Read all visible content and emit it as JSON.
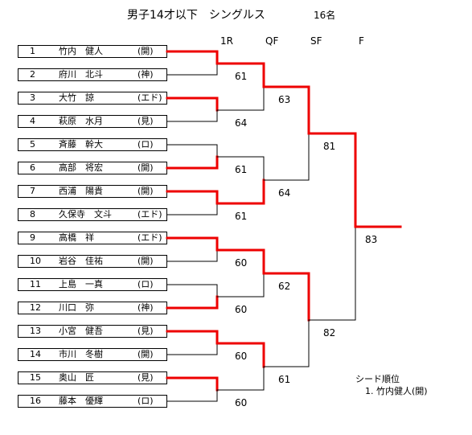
{
  "header": {
    "title": "男子14才以下　シングルス",
    "count": "16名"
  },
  "rounds": [
    "1R",
    "QF",
    "SF",
    "F"
  ],
  "players": [
    {
      "seed": "1",
      "name": "竹内　健人",
      "team": "(開)"
    },
    {
      "seed": "2",
      "name": "府川　北斗",
      "team": "(神)"
    },
    {
      "seed": "3",
      "name": "大竹　諒",
      "team": "(エド)"
    },
    {
      "seed": "4",
      "name": "萩原　水月",
      "team": "(見)"
    },
    {
      "seed": "5",
      "name": "斉藤　幹大",
      "team": "(ロ)"
    },
    {
      "seed": "6",
      "name": "高部　将宏",
      "team": "(開)"
    },
    {
      "seed": "7",
      "name": "西浦　陽貴",
      "team": "(開)"
    },
    {
      "seed": "8",
      "name": "久保寺　文斗",
      "team": "(エド)"
    },
    {
      "seed": "9",
      "name": "高橋　祥",
      "team": "(エド)"
    },
    {
      "seed": "10",
      "name": "岩谷　佳祐",
      "team": "(開)"
    },
    {
      "seed": "11",
      "name": "上島　一真",
      "team": "(ロ)"
    },
    {
      "seed": "12",
      "name": "川口　弥",
      "team": "(神)"
    },
    {
      "seed": "13",
      "name": "小宮　健吾",
      "team": "(見)"
    },
    {
      "seed": "14",
      "name": "市川　冬樹",
      "team": "(開)"
    },
    {
      "seed": "15",
      "name": "奥山　匠",
      "team": "(見)"
    },
    {
      "seed": "16",
      "name": "藤本　優輝",
      "team": "(ロ)"
    }
  ],
  "winners": {
    "r1": [
      1,
      3,
      6,
      7,
      9,
      12,
      13,
      15
    ],
    "qf": [
      1,
      7,
      9,
      13
    ],
    "sf": [
      1,
      9
    ],
    "f": 1
  },
  "scores": {
    "r1": [
      "61",
      "64",
      "61",
      "61",
      "60",
      "60",
      "60",
      "60"
    ],
    "qf": [
      "63",
      "64",
      "62",
      "61"
    ],
    "sf": [
      "81",
      "82"
    ],
    "f": "83"
  },
  "seed_order": {
    "title": "シード順位",
    "entry": "1. 竹内健人(開)"
  },
  "colors": {
    "win": "#ee0000",
    "line": "#000000"
  }
}
